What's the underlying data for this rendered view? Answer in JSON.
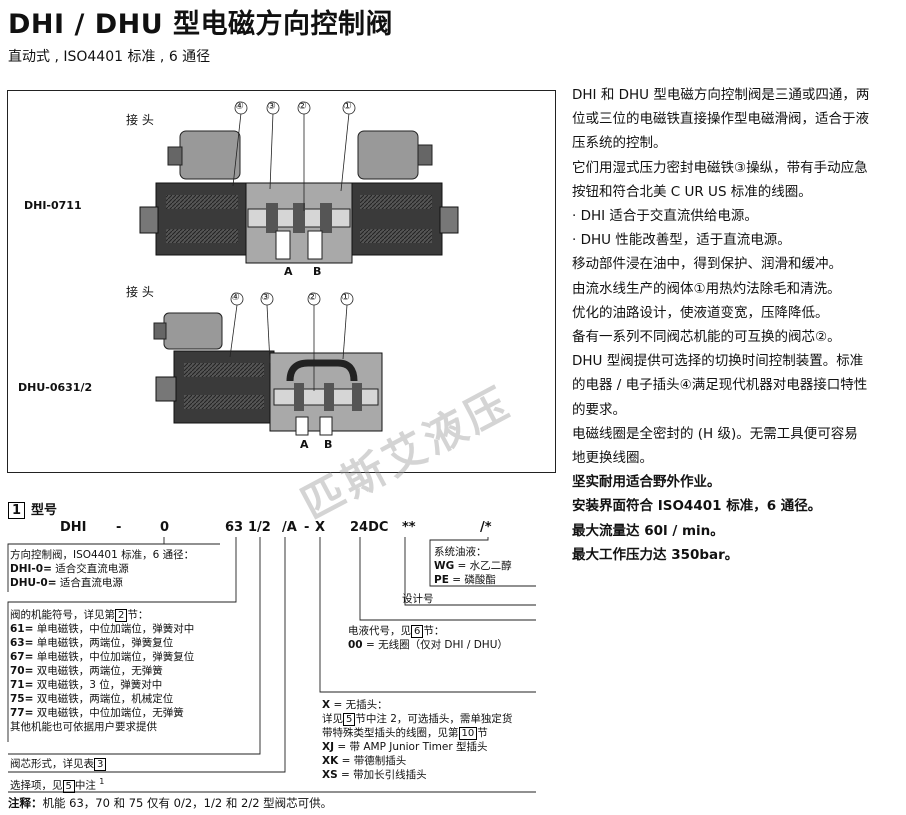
{
  "header": {
    "title": "DHI / DHU 型电磁方向控制阀",
    "subtitle": "直动式 , ISO4401 标准 , 6 通径"
  },
  "figure": {
    "label_top_connector": "接 头",
    "label_bottom_connector": "接 头",
    "model_top": "DHI-0711",
    "model_bottom": "DHU-0631/2",
    "callouts_top": [
      "④",
      "③",
      "②",
      "①"
    ],
    "callouts_bottom": [
      "④",
      "③",
      "②",
      "①"
    ],
    "port_a": "A",
    "port_b": "B",
    "watermark": "匹斯艾液压"
  },
  "description": {
    "lines": [
      {
        "text": "DHI 和 DHU 型电磁方向控制阀是三通或四通，两",
        "bold": false
      },
      {
        "text": "位或三位的电磁铁直接操作型电磁滑阀，适合于液",
        "bold": false
      },
      {
        "text": "压系统的控制。",
        "bold": false
      },
      {
        "text": "它们用湿式压力密封电磁铁③操纵，带有手动应急",
        "bold": false
      },
      {
        "text": "按钮和符合北美 C UR US 标准的线圈。",
        "bold": false
      },
      {
        "text": "  · DHI 适合于交直流供给电源。",
        "bold": false
      },
      {
        "text": "  · DHU 性能改善型，适于直流电源。",
        "bold": false
      },
      {
        "text": "移动部件浸在油中，得到保护、润滑和缓冲。",
        "bold": false
      },
      {
        "text": "由流水线生产的阀体①用热灼法除毛和清洗。",
        "bold": false
      },
      {
        "text": "优化的油路设计，使液道变宽，压降降低。",
        "bold": false
      },
      {
        "text": "备有一系列不同阀芯机能的可互换的阀芯②。",
        "bold": false
      },
      {
        "text": "DHU 型阀提供可选择的切换时间控制装置。标准",
        "bold": false
      },
      {
        "text": "的电器 / 电子插头④满足现代机器对电器接口特性",
        "bold": false
      },
      {
        "text": "的要求。",
        "bold": false
      },
      {
        "text": "电磁线圈是全密封的 (H 级)。无需工具便可容易",
        "bold": false
      },
      {
        "text": "地更换线圈。",
        "bold": false
      },
      {
        "text": "坚实耐用适合野外作业。",
        "bold": true
      },
      {
        "text": "安装界面符合 ISO4401 标准，6 通径。",
        "bold": true
      },
      {
        "text": "最大流量达 60l / min。",
        "bold": true
      },
      {
        "text": "最大工作压力达 350bar。",
        "bold": true
      }
    ]
  },
  "ordering": {
    "section_number": "1",
    "section_title": "型号",
    "code_parts": [
      "DHI",
      "-",
      "0",
      "63",
      "1/2",
      "/A",
      "-",
      "X",
      "24DC",
      "**",
      "/*"
    ],
    "legend_type": {
      "l1": "方向控制阀，ISO4401 标准，6 通径：",
      "k2": "DHI-0=",
      "v2": " 适合交直流电源",
      "k3": "DHU-0=",
      "v3": " 适合直流电源"
    },
    "legend_function": {
      "head_a": "阀的机能符号，详见第",
      "head_box": "2",
      "head_b": "节：",
      "items": [
        {
          "k": "61=",
          "v": " 单电磁铁，中位加端位，弹簧对中"
        },
        {
          "k": "63=",
          "v": " 单电磁铁，两端位，弹簧复位"
        },
        {
          "k": "67=",
          "v": " 单电磁铁，中位加端位，弹簧复位"
        },
        {
          "k": "70=",
          "v": " 双电磁铁，两端位，无弹簧"
        },
        {
          "k": "71=",
          "v": " 双电磁铁，3 位，弹簧对中"
        },
        {
          "k": "75=",
          "v": " 双电磁铁，两端位，机械定位"
        },
        {
          "k": "77=",
          "v": " 双电磁铁，中位加端位，无弹簧"
        }
      ],
      "tail": "其他机能也可依据用户要求提供"
    },
    "legend_spool": {
      "a": "阀芯形式，详见表",
      "box": "3"
    },
    "legend_option": {
      "a": "选择项，见",
      "box": "5",
      "b": "中注 ",
      "sup": "1"
    },
    "legend_seal": {
      "head": "系统油液：",
      "k1": "WG",
      "v1": " = 水乙二醇",
      "k2": "PE",
      "v2": " = 磷酸酯"
    },
    "legend_design": "设计号",
    "legend_voltage": {
      "a": "电液代号，见",
      "box": "6",
      "b": "节：",
      "k": "00",
      "v": " = 无线圈（仅对 DHI / DHU）"
    },
    "legend_plug": {
      "k1": "X",
      "v1": " = 无插头：",
      "l2a": "详见",
      "l2box": "5",
      "l2b": "节中注 2，可选插头，需单独定货",
      "l3a": "带特殊类型插头的线圈，见第",
      "l3box": "10",
      "l3b": "节",
      "k4": "XJ",
      "v4": " = 带 AMP Junior Timer 型插头",
      "k5": "XK",
      "v5": " = 带德制插头",
      "k6": "XS",
      "v6": " = 带加长引线插头"
    },
    "note": {
      "k": "注释：",
      "v": "机能 63，70 和 75 仅有 0/2，1/2 和 2/2 型阀芯可供。"
    }
  }
}
